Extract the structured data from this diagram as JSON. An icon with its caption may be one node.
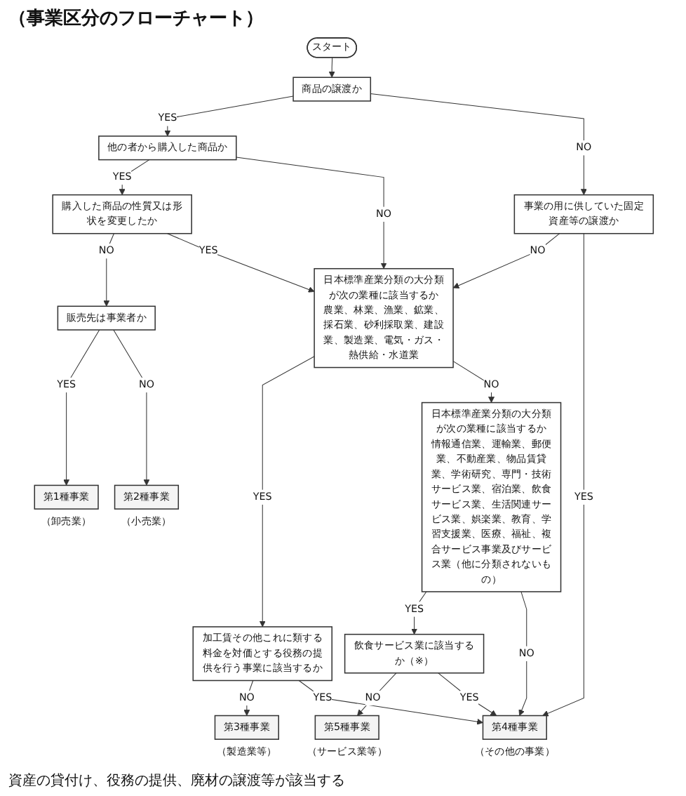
{
  "diagram": {
    "title": "（事業区分のフローチャート）",
    "nodes": [
      {
        "text": [
          "スタート"
        ]
      },
      {
        "text": [
          "商品の譲渡か"
        ]
      },
      {
        "text": [
          "他の者から購入した商品か"
        ]
      },
      {
        "text": [
          "購入した商品の性質又は形状を変更したか"
        ]
      },
      {
        "text": [
          "販売先は事業者か"
        ]
      },
      {
        "text": [
          "第1種事業"
        ],
        "beside": [
          "（卸売業）"
        ]
      },
      {
        "text": [
          "事業の用に供していた固定資産等の譲渡か"
        ]
      },
      {
        "text": [
          "第2種事業"
        ],
        "beside": [
          "（小売業）"
        ]
      },
      {
        "text": [
          "日本標準産業分類の大分類が次の業種に該当するか",
          "農業、林業、漁業、鉱業、採石業、砂利採取業、建設業、製造業、電気・ガス・熱供給・水道業"
        ]
      },
      {
        "text": [
          "加工賃その他これに類する料金を対価とする役務の提供を行う事業に該当するか"
        ]
      },
      {
        "text": [
          "第3種事業"
        ],
        "beside": [
          "（製造業等）"
        ]
      },
      {
        "text": [
          "日本標準産業分類の大分類が次の業種に該当するか",
          "情報通信業、運輸業、郵便業、不動産業、物品賃貸業、学術研究、専門・技術サービス業、宿泊業、飲食サービス業、生活関連サービス業、娯楽業、教育、学習支援業、医療、福祉、複合サービス事業及びサービス業（他に分類されないもの）"
        ]
      },
      {
        "text": [
          "飲食サービス業に該当するか（※）"
        ]
      },
      {
        "text": [
          "第5種事業"
        ],
        "beside": [
          "（サービス業等）"
        ]
      },
      {
        "text": [
          "第4種事業"
        ],
        "beside": [
          "（その他の事業）"
        ]
      }
    ],
    "edges": [
      {
        "from": 0,
        "to": 1,
        "arrow": "to"
      },
      {
        "from": 1,
        "to": 2,
        "arrow": "to",
        "label": "YES"
      },
      {
        "from": 1,
        "to": 6,
        "arrow": "to",
        "label": "NO"
      },
      {
        "from": 2,
        "to": 3,
        "arrow": "to",
        "label": "YES"
      },
      {
        "from": 2,
        "to": 8,
        "arrow": "to",
        "label": "NO"
      },
      {
        "from": 3,
        "to": 4,
        "arrow": "to",
        "label": "NO"
      },
      {
        "from": 3,
        "to": 8,
        "arrow": "to",
        "label": "YES"
      },
      {
        "from": 4,
        "to": 5,
        "arrow": "to",
        "label": "YES"
      },
      {
        "from": 4,
        "to": 7,
        "arrow": "to",
        "label": "NO"
      },
      {
        "from": 6,
        "to": 8,
        "arrow": "to",
        "label": "NO"
      },
      {
        "from": 6,
        "to": 14,
        "arrow": "to",
        "label": "YES"
      },
      {
        "from": 8,
        "to": 9,
        "arrow": "to",
        "label": "YES"
      },
      {
        "from": 8,
        "to": 11,
        "arrow": "to",
        "label": "NO"
      },
      {
        "from": 9,
        "to": 10,
        "arrow": "to",
        "label": "NO"
      },
      {
        "from": 9,
        "to": 14,
        "arrow": "to",
        "label": "YES"
      },
      {
        "from": 11,
        "to": 12,
        "arrow": "to",
        "label": "YES"
      },
      {
        "from": 11,
        "to": 14,
        "arrow": "to",
        "label": "NO"
      },
      {
        "from": 12,
        "to": 13,
        "arrow": "to",
        "label": "NO"
      },
      {
        "from": 12,
        "to": 14,
        "arrow": "to",
        "label": "YES"
      }
    ],
    "labels": [
      "資産の貸付け、役務の提供、廃材の譲渡等が該当する"
    ]
  }
}
